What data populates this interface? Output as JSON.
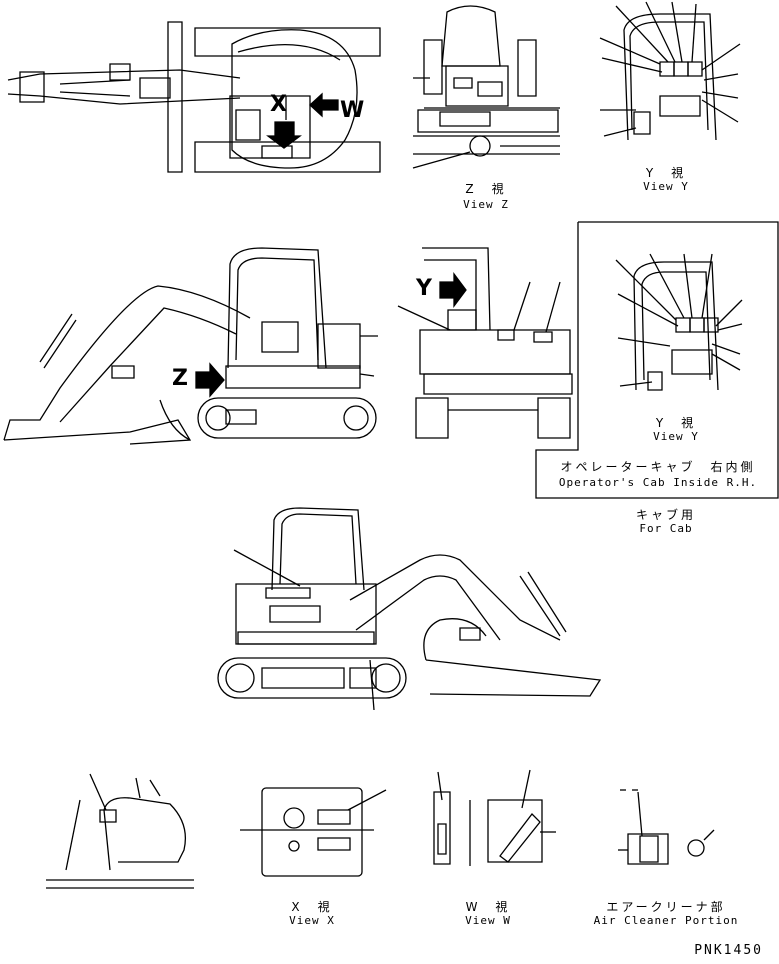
{
  "views": {
    "view_z": {
      "jp": "Z　視",
      "en": "View Z"
    },
    "view_y_top": {
      "jp": "Y　視",
      "en": "View Y"
    },
    "view_y_cab": {
      "jp": "Y　視",
      "en": "View Y"
    },
    "view_x": {
      "jp": "X　視",
      "en": "View X"
    },
    "view_w": {
      "jp": "W　視",
      "en": "View W"
    },
    "air_cleaner": {
      "jp": "エアークリーナ部",
      "en": "Air Cleaner Portion"
    }
  },
  "cab_box": {
    "jp": "オペレーターキャブ　右内側",
    "en": "Operator's Cab Inside R.H."
  },
  "for_cab": {
    "jp": "キャブ用",
    "en": "For Cab"
  },
  "arrow_labels": {
    "x": "X",
    "w": "W",
    "y": "Y",
    "z": "Z"
  },
  "drawing_code": "PNK1450"
}
